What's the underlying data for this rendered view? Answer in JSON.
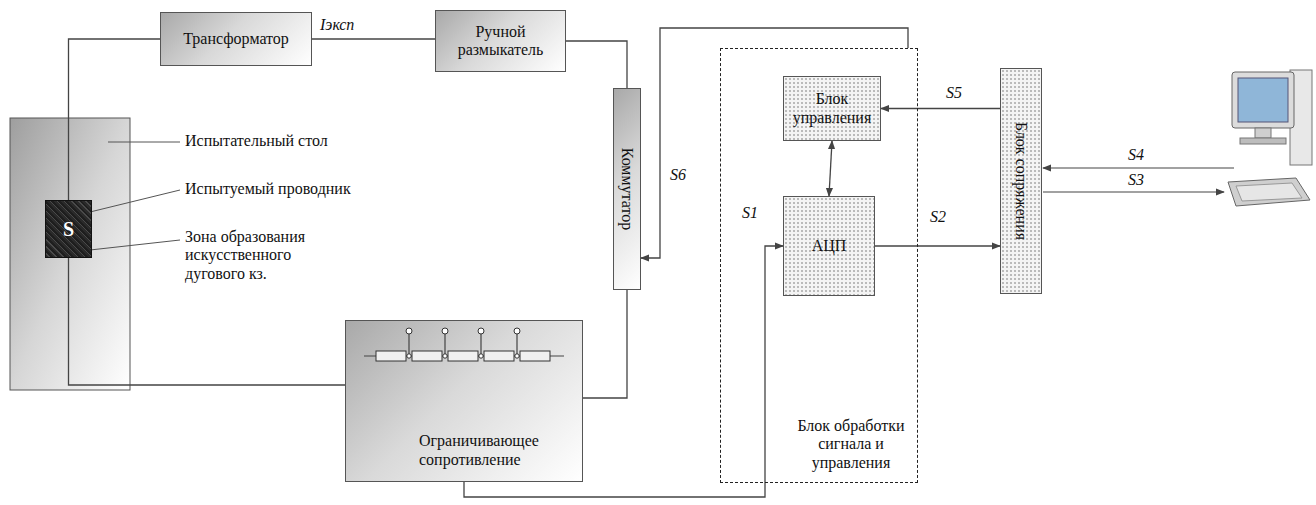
{
  "diagram": {
    "nodes": [
      {
        "text": [
          "Трансформатор"
        ]
      },
      {
        "text": [
          "Ручной размыкатель"
        ]
      },
      {
        "text": [
          "S"
        ]
      },
      {
        "text": [
          "Коммутатор"
        ]
      },
      {
        "text": [
          "Ограничивающее сопротивление"
        ]
      },
      {
        "text": [
          "Блок обработки сигнала и управления"
        ]
      },
      {
        "text": [
          "Блок управления"
        ],
        "in": 5
      },
      {
        "text": [
          "АЦП"
        ],
        "in": 5
      },
      {
        "text": [
          "Блок сопряжения"
        ]
      }
    ],
    "edges": [
      {
        "from": 0,
        "to": 1,
        "arrow": "none",
        "label": "Iэксп"
      },
      {
        "from": 1,
        "to": 3,
        "arrow": "none"
      },
      {
        "from": 3,
        "to": 4,
        "arrow": "none"
      },
      {
        "from": 0,
        "to": 2,
        "arrow": "none"
      },
      {
        "from": 2,
        "to": 4,
        "arrow": "none"
      },
      {
        "from": 8,
        "to": 6,
        "arrow": "to",
        "label": "S5"
      },
      {
        "from": 6,
        "to": 7,
        "arrow": "both"
      },
      {
        "from": 7,
        "to": 8,
        "arrow": "to",
        "label": "S2"
      },
      {
        "from": 4,
        "to": 7,
        "arrow": "to",
        "label": "S1"
      },
      {
        "from": 5,
        "to": 3,
        "arrow": "to",
        "label": "S6"
      }
    ],
    "labels": [
      "Испытательный стол",
      "Испытуемый проводник",
      "Зона образования искусственного дугового кз.",
      "S4",
      "S3"
    ]
  }
}
